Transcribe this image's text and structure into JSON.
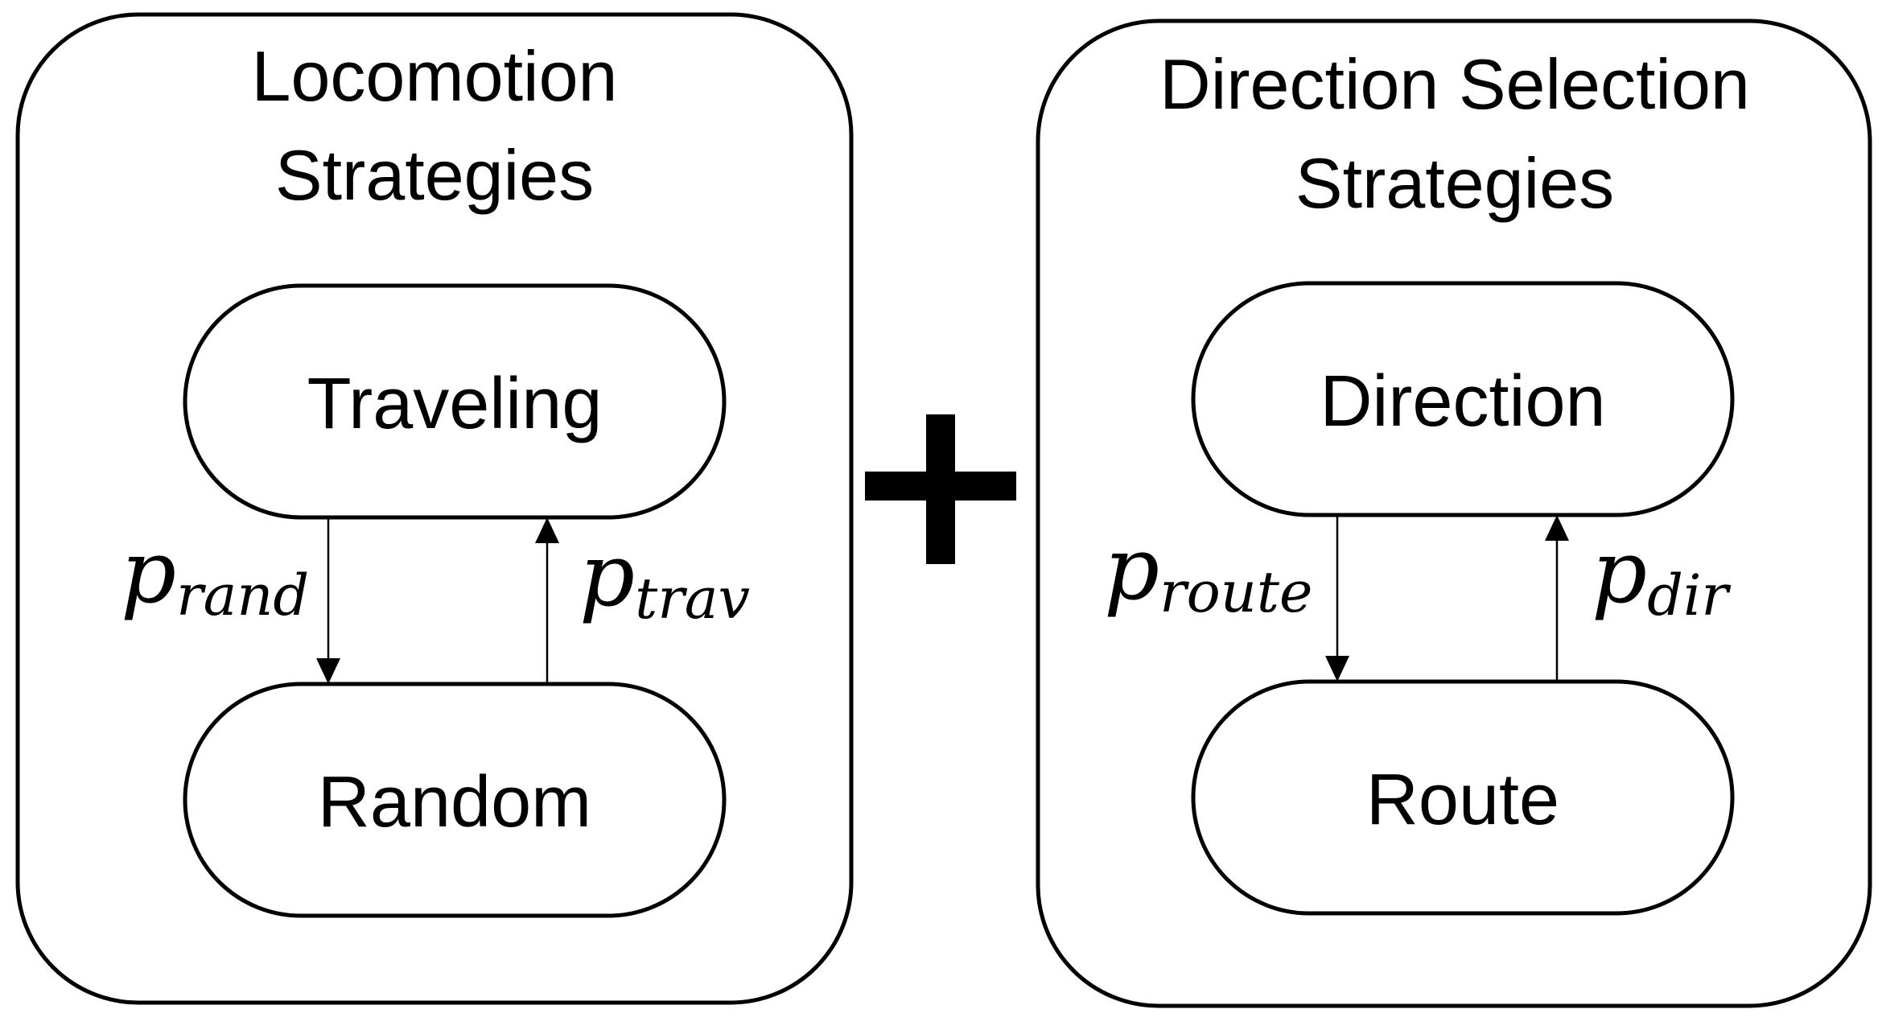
{
  "panels": {
    "locomotion": {
      "title_line1": "Locomotion",
      "title_line2": "Strategies",
      "state_top": "Traveling",
      "state_bottom": "Random",
      "down_transition": {
        "symbol": "p",
        "subscript": "rand"
      },
      "up_transition": {
        "symbol": "p",
        "subscript": "trav"
      }
    },
    "direction": {
      "title_line1": "Direction Selection",
      "title_line2": "Strategies",
      "state_top": "Direction",
      "state_bottom": "Route",
      "down_transition": {
        "symbol": "p",
        "subscript": "route"
      },
      "up_transition": {
        "symbol": "p",
        "subscript": "dir"
      }
    }
  },
  "connector": {
    "icon": "plus-icon"
  },
  "colors": {
    "stroke": "#000000",
    "background": "#ffffff"
  }
}
